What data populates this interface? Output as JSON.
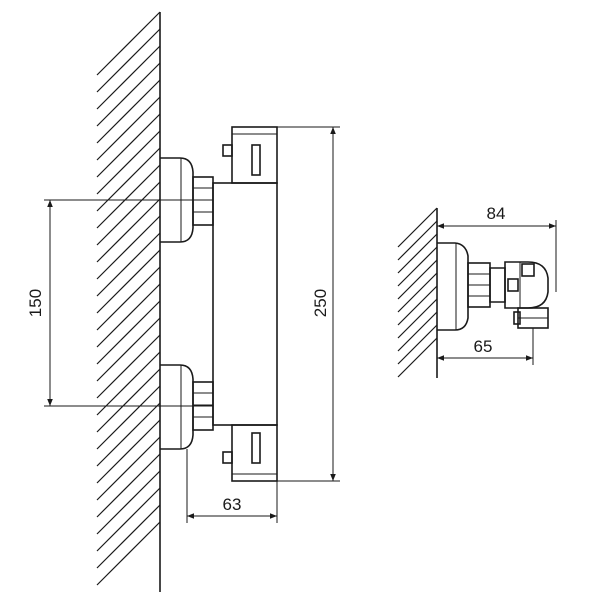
{
  "front_view": {
    "dim_width": "63",
    "dim_height": "250",
    "dim_spacing": "150"
  },
  "side_view": {
    "dim_depth_total": "84",
    "dim_depth_outlet": "65"
  }
}
